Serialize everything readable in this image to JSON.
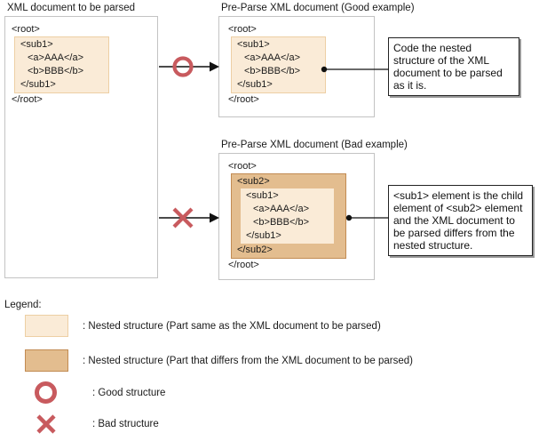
{
  "panels": {
    "source": {
      "title": "XML document to be parsed",
      "lines": [
        "<root>",
        "<sub1>",
        "<a>AAA</a>",
        "<b>BBB</b>",
        "</sub1>",
        "</root>"
      ]
    },
    "good": {
      "title": "Pre-Parse XML document (Good example)",
      "lines": [
        "<root>",
        "<sub1>",
        "<a>AAA</a>",
        "<b>BBB</b>",
        "</sub1>",
        "</root>"
      ]
    },
    "bad": {
      "title": "Pre-Parse XML document (Bad example)",
      "lines": [
        "<root>",
        "<sub2>",
        "<sub1>",
        "<a>AAA</a>",
        "<b>BBB</b>",
        "</sub1>",
        "</sub2>",
        "</root>"
      ]
    }
  },
  "callouts": {
    "good": "Code the nested structure of the XML document to be parsed as it is.",
    "bad": "<sub1> element is the child element of <sub2> element and the XML document to be parsed differs from the nested structure."
  },
  "legend": {
    "title": "Legend:",
    "items": [
      {
        "label": ": Nested structure (Part same as the XML document to be parsed)"
      },
      {
        "label": ": Nested structure (Part that differs from the XML document to be parsed)"
      },
      {
        "label": ": Good structure"
      },
      {
        "label": ": Bad structure"
      }
    ]
  },
  "colors": {
    "same_fill": "#faebd7",
    "same_border": "#edcfa4",
    "diff_fill": "#e3bd8f",
    "diff_border": "#c28b52",
    "mark_red": "#c85a5e",
    "panel_border": "#c3c3c3",
    "connector_black": "#111111",
    "arrow_gray": "#4a4a4a"
  }
}
